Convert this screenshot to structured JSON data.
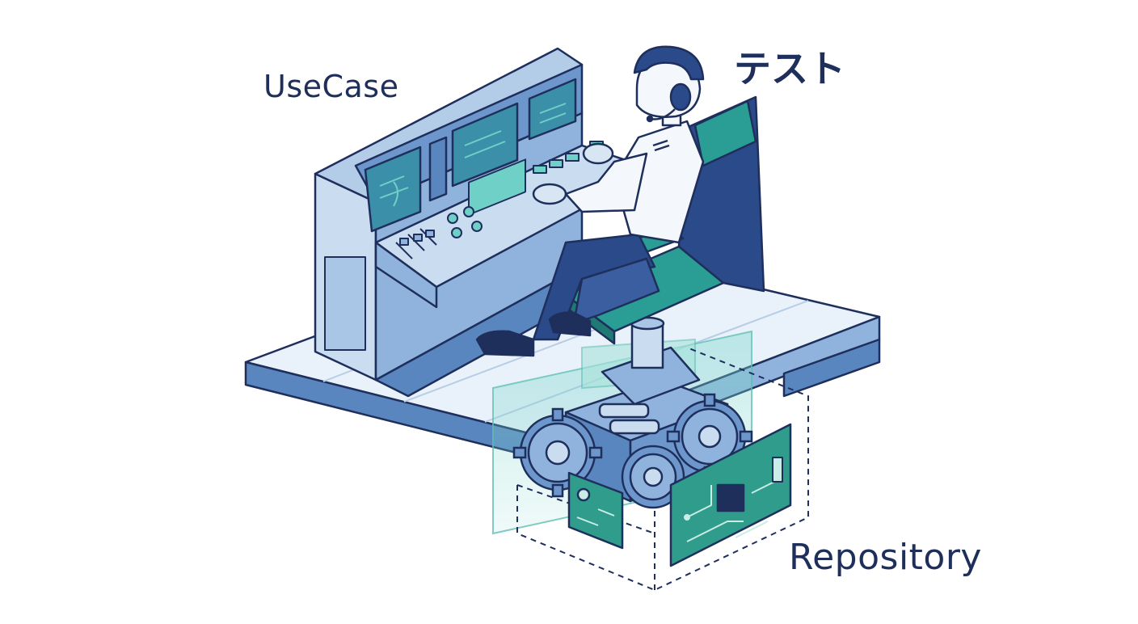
{
  "labels": {
    "usecase": "UseCase",
    "test": "テスト",
    "repository": "Repository"
  },
  "colors": {
    "outline": "#1f2f5c",
    "console_light": "#c9dcf0",
    "console_mid": "#8fb3dc",
    "console_dark": "#5a86c0",
    "screen": "#3b8fa8",
    "screen_glow": "#6fd0c8",
    "teal": "#2a9d94",
    "navy": "#2b4a8a",
    "circuit": "#2f9c8c",
    "floor": "#e6f0fa"
  },
  "icons": [
    "operator-figure",
    "control-console",
    "chair",
    "gear-icon",
    "circuit-board-icon",
    "chip-icon"
  ]
}
